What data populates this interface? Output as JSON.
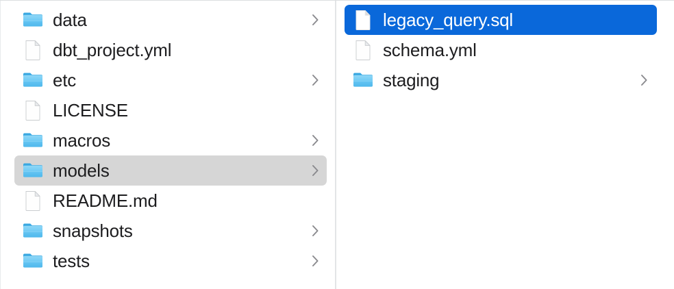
{
  "window": {
    "view_mode": "column",
    "accent_color": "#0a68da",
    "selection_inactive_color": "#d6d6d6",
    "divider_color": "#e3e5e7",
    "text_color": "#1d1d1f",
    "folder_icon_color": "#5ac8f5"
  },
  "columns": [
    {
      "name": "parent-column",
      "items": [
        {
          "label": "data",
          "kind": "folder",
          "has_chevron": true,
          "state": "normal"
        },
        {
          "label": "dbt_project.yml",
          "kind": "file",
          "has_chevron": false,
          "state": "normal"
        },
        {
          "label": "etc",
          "kind": "folder",
          "has_chevron": true,
          "state": "normal"
        },
        {
          "label": "LICENSE",
          "kind": "file",
          "has_chevron": false,
          "state": "normal"
        },
        {
          "label": "macros",
          "kind": "folder",
          "has_chevron": true,
          "state": "normal"
        },
        {
          "label": "models",
          "kind": "folder",
          "has_chevron": true,
          "state": "selected-inactive"
        },
        {
          "label": "README.md",
          "kind": "file",
          "has_chevron": false,
          "state": "normal"
        },
        {
          "label": "snapshots",
          "kind": "folder",
          "has_chevron": true,
          "state": "normal"
        },
        {
          "label": "tests",
          "kind": "folder",
          "has_chevron": true,
          "state": "normal"
        }
      ]
    },
    {
      "name": "child-column",
      "items": [
        {
          "label": "legacy_query.sql",
          "kind": "file",
          "has_chevron": false,
          "state": "selected-active"
        },
        {
          "label": "schema.yml",
          "kind": "file",
          "has_chevron": false,
          "state": "normal"
        },
        {
          "label": "staging",
          "kind": "folder",
          "has_chevron": true,
          "state": "normal"
        }
      ]
    }
  ],
  "icons": {
    "folder": "folder-icon",
    "file": "file-document-icon",
    "chevron": "chevron-right-icon"
  }
}
